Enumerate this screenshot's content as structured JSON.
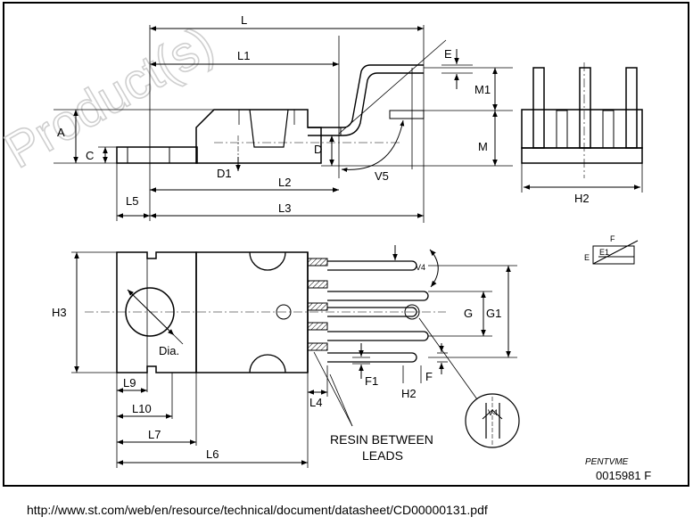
{
  "watermark": "Product(s)",
  "labels": {
    "L": "L",
    "L1": "L1",
    "L2": "L2",
    "L3": "L3",
    "L4": "L4",
    "L5": "L5",
    "L6": "L6",
    "L7": "L7",
    "L9": "L9",
    "L10": "L10",
    "A": "A",
    "C": "C",
    "D": "D",
    "D1": "D1",
    "E": "E",
    "M": "M",
    "M1": "M1",
    "V5": "V5",
    "V4": "V4",
    "H2": "H2",
    "H3": "H3",
    "G": "G",
    "G1": "G1",
    "F": "F",
    "F1": "F1",
    "E1": "E1",
    "Dia": "Dia."
  },
  "note_line1": "RESIN BETWEEN",
  "note_line2": "LEADS",
  "drawing_code": "PENTVME",
  "drawing_number": "0015981 F",
  "source_url": "http://www.st.com/web/en/resource/technical/document/datasheet/CD00000131.pdf"
}
